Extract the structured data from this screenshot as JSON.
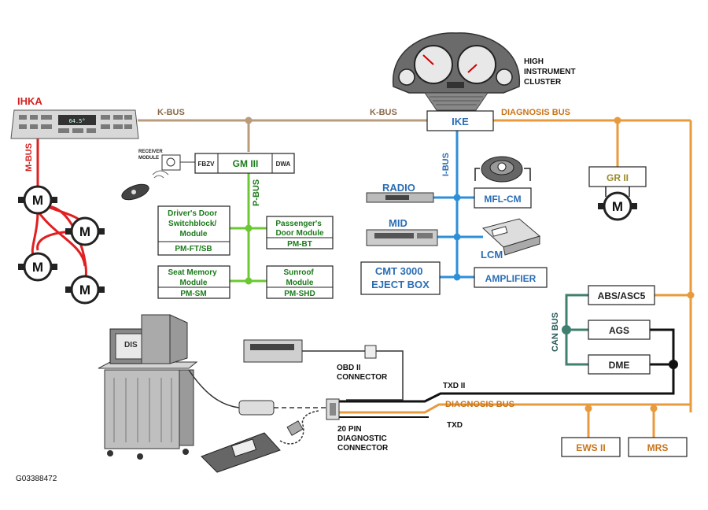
{
  "colors": {
    "kbus": "#b89c7c",
    "diag": "#e89a3c",
    "ibus": "#2d8fd8",
    "pbus": "#6cc832",
    "mbus": "#e02020",
    "canbus": "#3f7f6f",
    "txd": "#111111",
    "blue_text": "#2a6db5",
    "green_text": "#1a7a1a",
    "red_text": "#d42020",
    "brown_text": "#8a6a4a",
    "orange_text": "#c8741a"
  },
  "buses": {
    "kbus_left": "K-BUS",
    "kbus_right": "K-BUS",
    "diagnosis_top": "DIAGNOSIS BUS",
    "diagnosis_bottom": "DIAGNOSIS BUS",
    "ibus": "I-BUS",
    "pbus": "P-BUS",
    "mbus": "M-BUS",
    "canbus": "CAN BUS",
    "txd2": "TXD II",
    "txd": "TXD"
  },
  "modules": {
    "ihka": "IHKA",
    "cluster": [
      "HIGH",
      "INSTRUMENT",
      "CLUSTER"
    ],
    "ike": "IKE",
    "gm3": "GM III",
    "fbzv": "FBZV",
    "dwa": "DWA",
    "receiver": [
      "RECEIVER",
      "MODULE"
    ],
    "drivers_door": [
      "Driver's Door",
      "Switchblock/",
      "Module"
    ],
    "drivers_door_code": "PM-FT/SB",
    "passenger_door": [
      "Passenger's",
      "Door Module"
    ],
    "passenger_door_code": "PM-BT",
    "seat_memory": [
      "Seat Memory",
      "Module"
    ],
    "seat_memory_code": "PM-SM",
    "sunroof": [
      "Sunroof",
      "Module"
    ],
    "sunroof_code": "PM-SHD",
    "radio": "RADIO",
    "mflcm": "MFL-CM",
    "mid": "MID",
    "lcm": "LCM",
    "cmt": [
      "CMT 3000",
      "EJECT BOX"
    ],
    "amplifier": "AMPLIFIER",
    "gr2": "GR II",
    "abs": "ABS/ASC5",
    "ags": "AGS",
    "dme": "DME",
    "ews": "EWS II",
    "mrs": "MRS",
    "motor": "M",
    "obd": [
      "OBD II",
      "CONNECTOR"
    ],
    "pin20": [
      "20 PIN",
      "DIAGNOSTIC",
      "CONNECTOR"
    ],
    "dis": "DIS",
    "ihka_display": "64.5°"
  },
  "figure_id": "G03388472"
}
